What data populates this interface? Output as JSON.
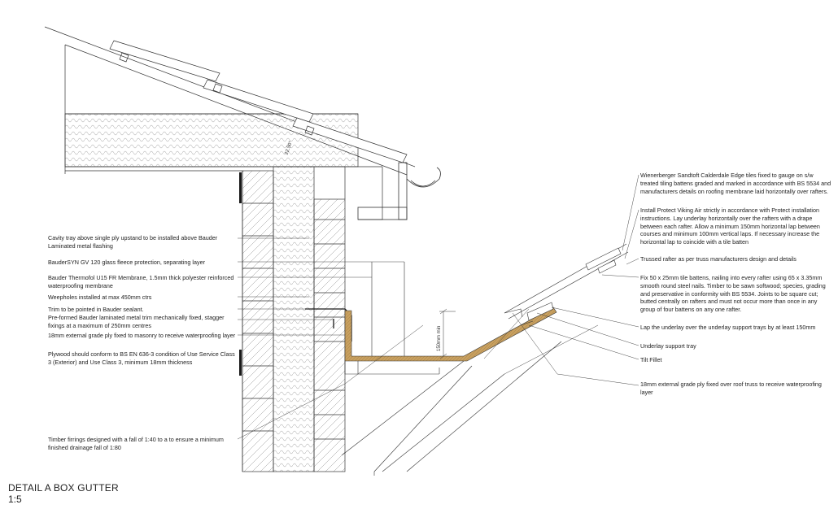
{
  "drawing": {
    "title": "DETAIL A BOX GUTTER",
    "scale": "1:5",
    "pitch_label": "22.50°",
    "dimension_label": "150mm min"
  },
  "left_notes": [
    "Cavity tray above single ply upstand to be installed above Bauder Laminated metal flashing",
    "BauderSYN GV 120 glass fleece protection, separating layer",
    "Bauder Thermofol U15 FR Membrane, 1.5mm thick polyester reinforced waterproofing membrane",
    "Weepholes installed at max 450mm ctrs",
    "Trim to be pointed in Bauder sealant.",
    "Pre-formed Bauder laminated metal trim mechanically fixed, stagger fixings at a maximum of 250mm centres",
    "18mm external grade ply fixed to masonry to receive waterproofing layer",
    "Plywood should conform to BS EN 636-3 condition of Use Service Class 3 (Exterior) and Use Class 3, minimum 18mm thickness",
    "Timber firrings designed with a fall of 1:40 to a to ensure a minimum finished drainage fall of 1:80"
  ],
  "right_notes": [
    "Wienerberger Sandtoft Calderdale Edge tiles fixed to gauge on s/w treated tiling battens graded and marked in accordance with BS 5534 and manufacturers details on roofing membrane laid horizontally over rafters.",
    "Install Protect Viking Air strictly in accordance with Protect installation instructions. Lay underlay horizontally over the rafters with a drape between each rafter. Allow a minimum 150mm horizontal lap between courses and minimum 100mm vertical laps. If necessary increase the horizontal lap to coincide with a tile batten",
    "Trussed rafter as per truss manufacturers design and details",
    "Fix 50 x 25mm tile battens, nailing into every rafter using 65 x 3.35mm smooth round steel nails. Timber to be sawn softwood; species, grading and preservative in conformity with BS 5534. Joints to be square cut; butted centrally on rafters and must not occur more than once in any group of four battens on any one rafter.",
    "Lap the underlay over the underlay support trays by at least 150mm",
    "Underlay support tray",
    "Tilt Fillet",
    "18mm external grade ply fixed over roof truss to receive waterproofing layer"
  ],
  "colors": {
    "line": "#333333",
    "ply": "#c8a060",
    "membrane": "#1a1a1a"
  }
}
